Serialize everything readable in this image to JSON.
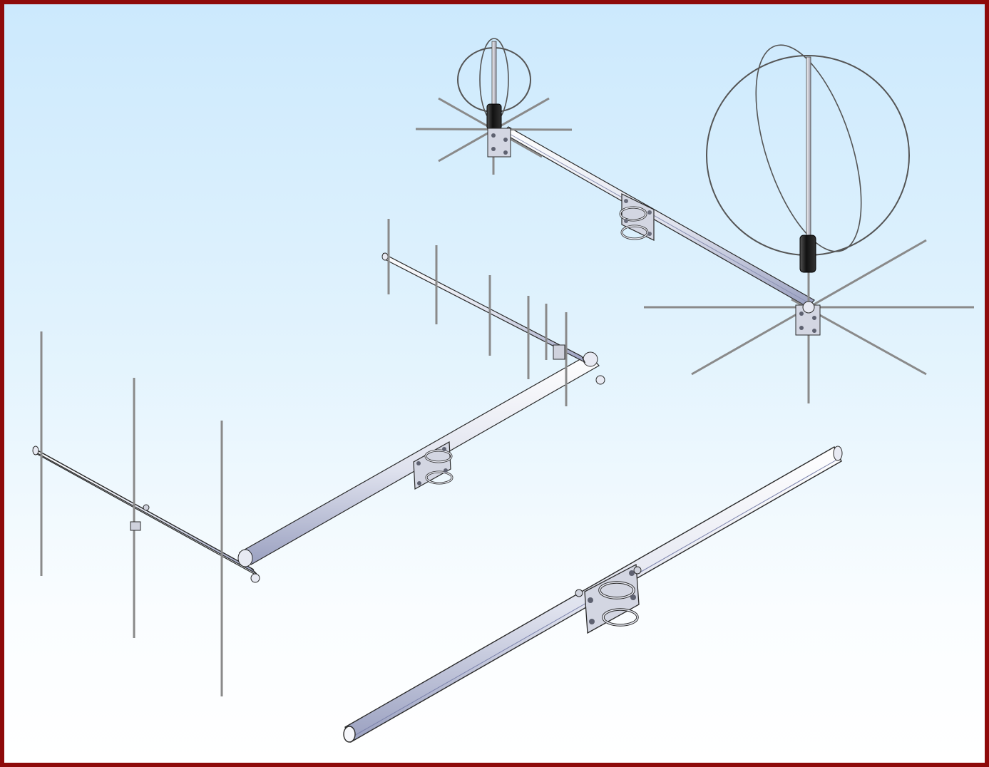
{
  "frame": {
    "border_color": "#8e0a0a",
    "background_top": "#cce9fd",
    "background_bottom": "#ffffff"
  },
  "colors": {
    "tube_fill": "#e8eaf3",
    "tube_shadow": "#9aa0c0",
    "outline": "#2a2a2a",
    "radial": "#8a8a8a",
    "loop_wire": "#555555",
    "hardware": "#cfd2dd",
    "coil": "#1a1a1a"
  },
  "components": [
    {
      "id": "cross-boom-with-2-antennas",
      "parts": [
        "loop-antenna-small",
        "loop-antenna-large",
        "horizontal-radials",
        "mast-clamp"
      ]
    },
    {
      "id": "yagi-array",
      "parts": [
        "yagi-3-element",
        "yagi-6-element",
        "boom-clamps"
      ]
    },
    {
      "id": "support-tube",
      "parts": [
        "tube",
        "mast-clamp"
      ]
    }
  ]
}
